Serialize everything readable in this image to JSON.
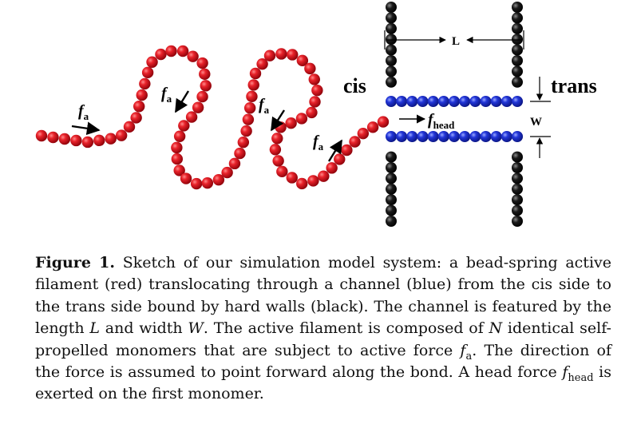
{
  "figure": {
    "labels": {
      "cis": "cis",
      "trans": "trans",
      "length": "L",
      "width": "W",
      "active_force_symbol": "f",
      "active_force_subscript": "a",
      "head_force_symbol": "f",
      "head_force_subscript": "head"
    },
    "colors": {
      "filament": "#c8111b",
      "channel": "#1c2ec7",
      "wall": "#121212"
    }
  },
  "caption": {
    "figure_label": "Figure 1.",
    "t1": " Sketch of our simulation model system: a bead-spring active filament (red) translocating through a channel (blue) from the cis side to the trans side bound by hard walls (black). The channel is featured by the length ",
    "L": "L",
    "t2": " and width ",
    "W": "W",
    "t3": ". The active filament is composed of ",
    "N": "N",
    "t4": " identical self-propelled monomers that are subject to active force ",
    "fa_symbol": "f",
    "fa_sub": "a",
    "t5": ". The direction of the force is assumed to point forward along the bond. A head force ",
    "fhead_symbol": "f",
    "fhead_sub": "head",
    "t6": " is exerted on the first monomer."
  }
}
